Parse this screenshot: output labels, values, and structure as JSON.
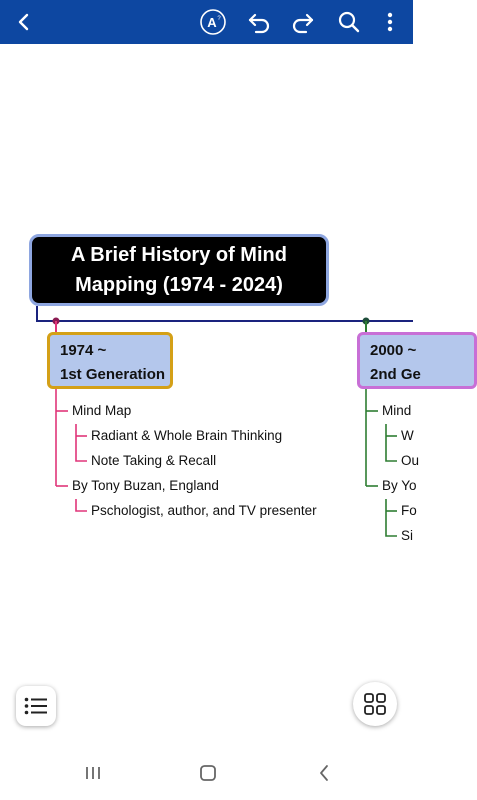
{
  "toolbar": {
    "back_icon": "arrow-left-icon",
    "text_style_icon": "text-style-icon",
    "text_style_label": "A",
    "undo_icon": "undo-icon",
    "redo_icon": "redo-icon",
    "search_icon": "search-icon",
    "more_icon": "more-vert-icon"
  },
  "mindmap": {
    "root": {
      "title": "A Brief History of Mind Mapping (1974 - 2024)"
    },
    "generations": [
      {
        "line1": "1974 ~",
        "line2": "1st Generation",
        "children": [
          {
            "label": "Mind Map",
            "children": [
              {
                "label": "Radiant & Whole Brain Thinking"
              },
              {
                "label": "Note Taking & Recall"
              }
            ]
          },
          {
            "label": "By Tony Buzan, England",
            "children": [
              {
                "label": "Pschologist, author, and TV presenter"
              }
            ]
          }
        ]
      },
      {
        "line1": "2000 ~",
        "line2": "2nd Ge",
        "children": [
          {
            "label": "Mind",
            "children": [
              {
                "label": "W"
              },
              {
                "label": "Ou"
              }
            ]
          },
          {
            "label": "By Yo",
            "children": [
              {
                "label": "Fo"
              },
              {
                "label": "Si"
              }
            ]
          }
        ]
      }
    ]
  },
  "colors": {
    "toolbar": "#0d47a1",
    "root_border": "#8ea6e0",
    "gen1_border": "#d4a017",
    "gen2_border": "#c86fd6",
    "gen1_branch": "#e0357a",
    "gen2_branch": "#2e7d32",
    "timeline": "#1a237e"
  },
  "floating": {
    "outline_icon": "list-icon",
    "layout_icon": "grid-icon"
  },
  "navbar": {
    "recents_icon": "recents-icon",
    "home_icon": "home-icon",
    "back_icon": "nav-back-icon"
  }
}
